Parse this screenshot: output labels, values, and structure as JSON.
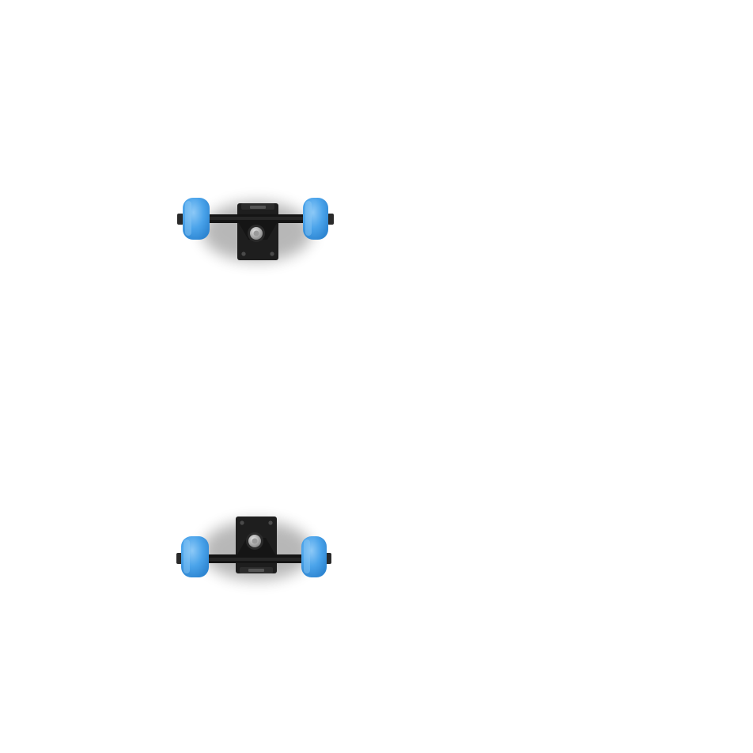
{
  "scene": {
    "background_color": "#ffffff",
    "subject": "skateboard-trucks",
    "trucks": [
      {
        "id": "top",
        "orientation": "baseplate-up"
      },
      {
        "id": "bottom",
        "orientation": "baseplate-down"
      }
    ]
  },
  "colors": {
    "wheel": "#4aa3ea",
    "wheel_highlight": "#8dc9f7",
    "wheel_shade": "#2e86d2",
    "hanger": "#151515",
    "baseplate": "#1e1e1e",
    "axle_nut": "#2a2a2a",
    "kingpin": "#b8b8b8",
    "kingpin_highlight": "#e6e6e6",
    "shadow": "#000000"
  }
}
